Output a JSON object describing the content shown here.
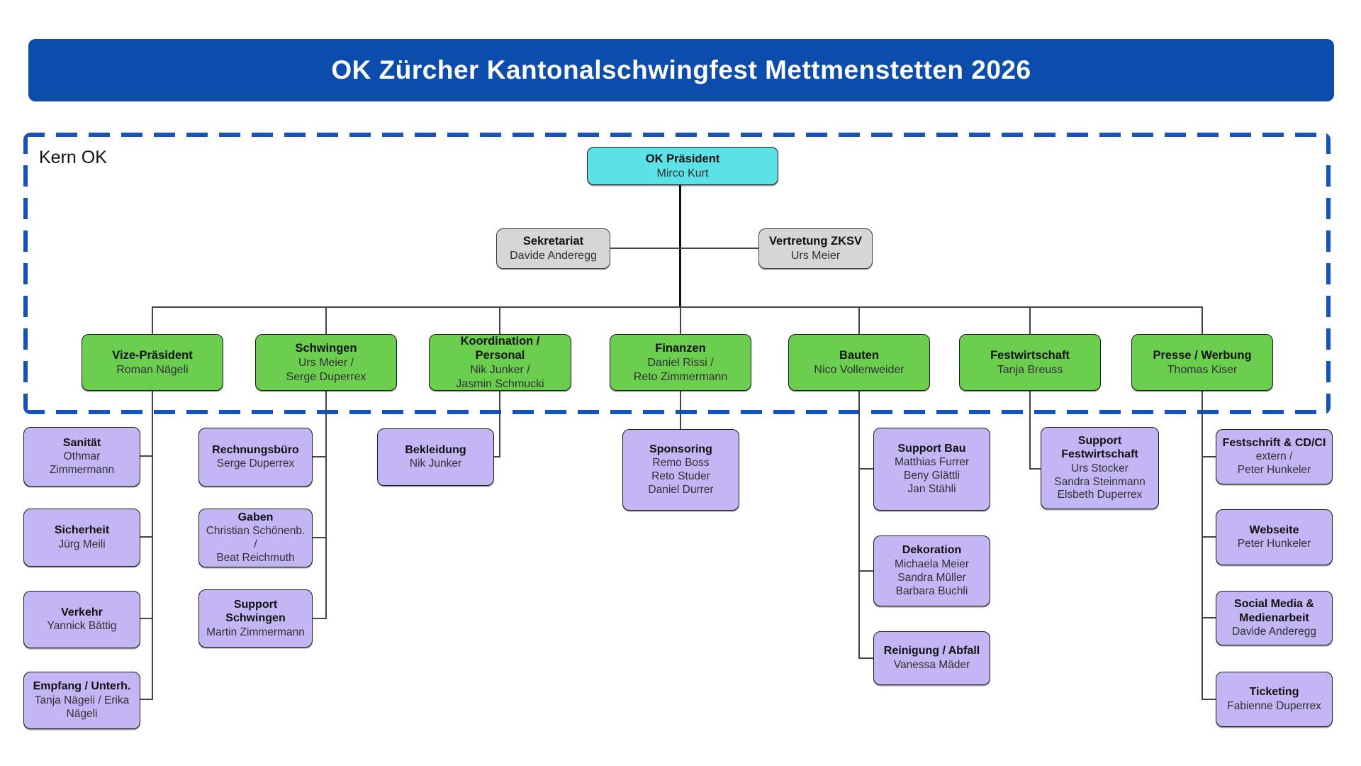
{
  "title": "OK Zürcher Kantonalschwingfest Mettmenstetten 2026",
  "group_label": "Kern OK",
  "colors": {
    "banner_blue": "#0C4DAB",
    "dashed_border_blue": "#1254BE",
    "president_cyan": "#5CE1E6",
    "staff_gray": "#D6D6D6",
    "department_green": "#6CCE4F",
    "sub_unit_purple": "#C4B5F4",
    "connector": "#444444"
  },
  "nodes": {
    "president": {
      "title": "OK Präsident",
      "names": [
        "Mirco Kurt"
      ]
    },
    "sekretariat": {
      "title": "Sekretariat",
      "names": [
        "Davide Anderegg"
      ]
    },
    "vertretung": {
      "title": "Vertretung ZKSV",
      "names": [
        "Urs Meier"
      ]
    },
    "vize": {
      "title": "Vize-Präsident",
      "names": [
        "Roman Nägeli"
      ]
    },
    "schwingen": {
      "title": "Schwingen",
      "names": [
        "Urs Meier /",
        "Serge Duperrex"
      ]
    },
    "koordination": {
      "title": "Koordination / Personal",
      "names": [
        "Nik Junker /",
        "Jasmin Schmucki"
      ]
    },
    "finanzen": {
      "title": "Finanzen",
      "names": [
        "Daniel Rissi /",
        "Reto Zimmermann"
      ]
    },
    "bauten": {
      "title": "Bauten",
      "names": [
        "Nico Vollenweider"
      ]
    },
    "festwirtschaft": {
      "title": "Festwirtschaft",
      "names": [
        "Tanja Breuss"
      ]
    },
    "presse": {
      "title": "Presse / Werbung",
      "names": [
        "Thomas Kiser"
      ]
    },
    "sanitaet": {
      "title": "Sanität",
      "names": [
        "Othmar Zimmermann"
      ]
    },
    "sicherheit": {
      "title": "Sicherheit",
      "names": [
        "Jürg Meili"
      ]
    },
    "verkehr": {
      "title": "Verkehr",
      "names": [
        "Yannick Bättig"
      ]
    },
    "empfang": {
      "title": "Empfang / Unterh.",
      "names": [
        "Tanja Nägeli / Erika Nägeli"
      ]
    },
    "rechnungsbuero": {
      "title": "Rechnungsbüro",
      "names": [
        "Serge Duperrex"
      ]
    },
    "gaben": {
      "title": "Gaben",
      "names": [
        "Christian Schönenb. /",
        "Beat Reichmuth"
      ]
    },
    "support_schwingen": {
      "title": "Support Schwingen",
      "names": [
        "Martin Zimmermann"
      ]
    },
    "bekleidung": {
      "title": "Bekleidung",
      "names": [
        "Nik Junker"
      ]
    },
    "sponsoring": {
      "title": "Sponsoring",
      "names": [
        "Remo Boss",
        "Reto Studer",
        "Daniel Durrer"
      ]
    },
    "support_bau": {
      "title": "Support Bau",
      "names": [
        "Matthias Furrer",
        "Beny Glättli",
        "Jan Stähli"
      ]
    },
    "dekoration": {
      "title": "Dekoration",
      "names": [
        "Michaela Meier",
        "Sandra Müller",
        "Barbara Buchli"
      ]
    },
    "reinigung": {
      "title": "Reinigung / Abfall",
      "names": [
        "Vanessa Mäder"
      ]
    },
    "support_festwirtschaft": {
      "title": "Support Festwirtschaft",
      "names": [
        "Urs Stocker",
        "Sandra Steinmann",
        "Elsbeth Duperrex"
      ]
    },
    "festschrift": {
      "title": "Festschrift & CD/CI",
      "names": [
        "extern /",
        "Peter Hunkeler"
      ]
    },
    "webseite": {
      "title": "Webseite",
      "names": [
        "Peter Hunkeler"
      ]
    },
    "social_media": {
      "title": "Social Media & Medienarbeit",
      "names": [
        "Davide Anderegg"
      ]
    },
    "ticketing": {
      "title": "Ticketing",
      "names": [
        "Fabienne Duperrex"
      ]
    }
  }
}
